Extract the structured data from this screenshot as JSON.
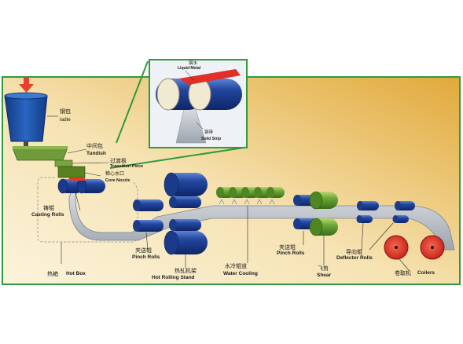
{
  "colors": {
    "frame": "#2e9b3e",
    "panel_light": "#f6e7bf",
    "panel_dark": "#e2ae3f",
    "roll_blue": "#1c3f9c",
    "roll_green": "#6aa735",
    "roll_red": "#e0342a",
    "strip": "#b9bfc6",
    "ladle": "#1f55a8",
    "arrow": "#e8402a"
  },
  "labels": {
    "ladle_cn": "钢包",
    "ladle_en": "ladle",
    "tundish_cn": "中间包",
    "tundish_en": "Tundish",
    "transition_cn": "过渡板",
    "transition_en": "Transition Piece",
    "core_nozzle_cn": "稀心水口",
    "core_nozzle_en": "Core Nozzle",
    "casting_rolls_cn": "铸辊",
    "casting_rolls_en": "Casting Rolls",
    "pinch_rolls_1_cn": "夹送辊",
    "pinch_rolls_1_en": "Pinch Rolls",
    "hot_rolling_cn": "热轧机架",
    "hot_rolling_en": "Hot Rolling Stand",
    "water_cooling_cn": "水冷辊道",
    "water_cooling_en": "Water Cooling",
    "pinch_rolls_2_cn": "夹送辊",
    "pinch_rolls_2_en": "Pinch Rolls",
    "shear_cn": "飞剪",
    "shear_en": "Shear",
    "deflector_cn": "导向辊",
    "deflector_en": "Deflector Rolls",
    "coilers_cn": "卷取机",
    "coilers_en": "Coilers",
    "hot_box_cn": "热箱",
    "hot_box_en": "Hot Box",
    "inset_liquid_cn": "钢水",
    "inset_liquid_en": "Liquid Metal",
    "inset_solid_cn": "钢带",
    "inset_solid_en": "Solid Strip"
  }
}
